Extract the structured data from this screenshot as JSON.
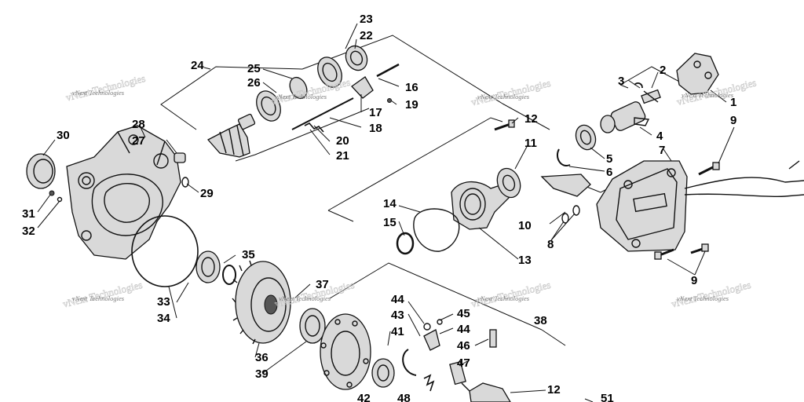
{
  "watermark": {
    "text": "vNext Technologies"
  },
  "callouts": {
    "c1": "1",
    "c2": "2",
    "c3": "3",
    "c4": "4",
    "c5": "5",
    "c6": "6",
    "c7": "7",
    "c8": "8",
    "c9a": "9",
    "c9b": "9",
    "c10": "10",
    "c11": "11",
    "c12a": "12",
    "c12b": "12",
    "c13": "13",
    "c14": "14",
    "c15": "15",
    "c16": "16",
    "c17": "17",
    "c18": "18",
    "c19": "19",
    "c20": "20",
    "c21": "21",
    "c22": "22",
    "c23": "23",
    "c24": "24",
    "c25": "25",
    "c26": "26",
    "c27": "27",
    "c28": "28",
    "c29": "29",
    "c30": "30",
    "c31": "31",
    "c32": "32",
    "c33": "33",
    "c34": "34",
    "c35": "35",
    "c36": "36",
    "c37": "37",
    "c38": "38",
    "c39": "39",
    "c41": "41",
    "c42": "42",
    "c43": "43",
    "c44a": "44",
    "c44b": "44",
    "c45": "45",
    "c46": "46",
    "c47": "47",
    "c48": "48",
    "c51": "51"
  }
}
